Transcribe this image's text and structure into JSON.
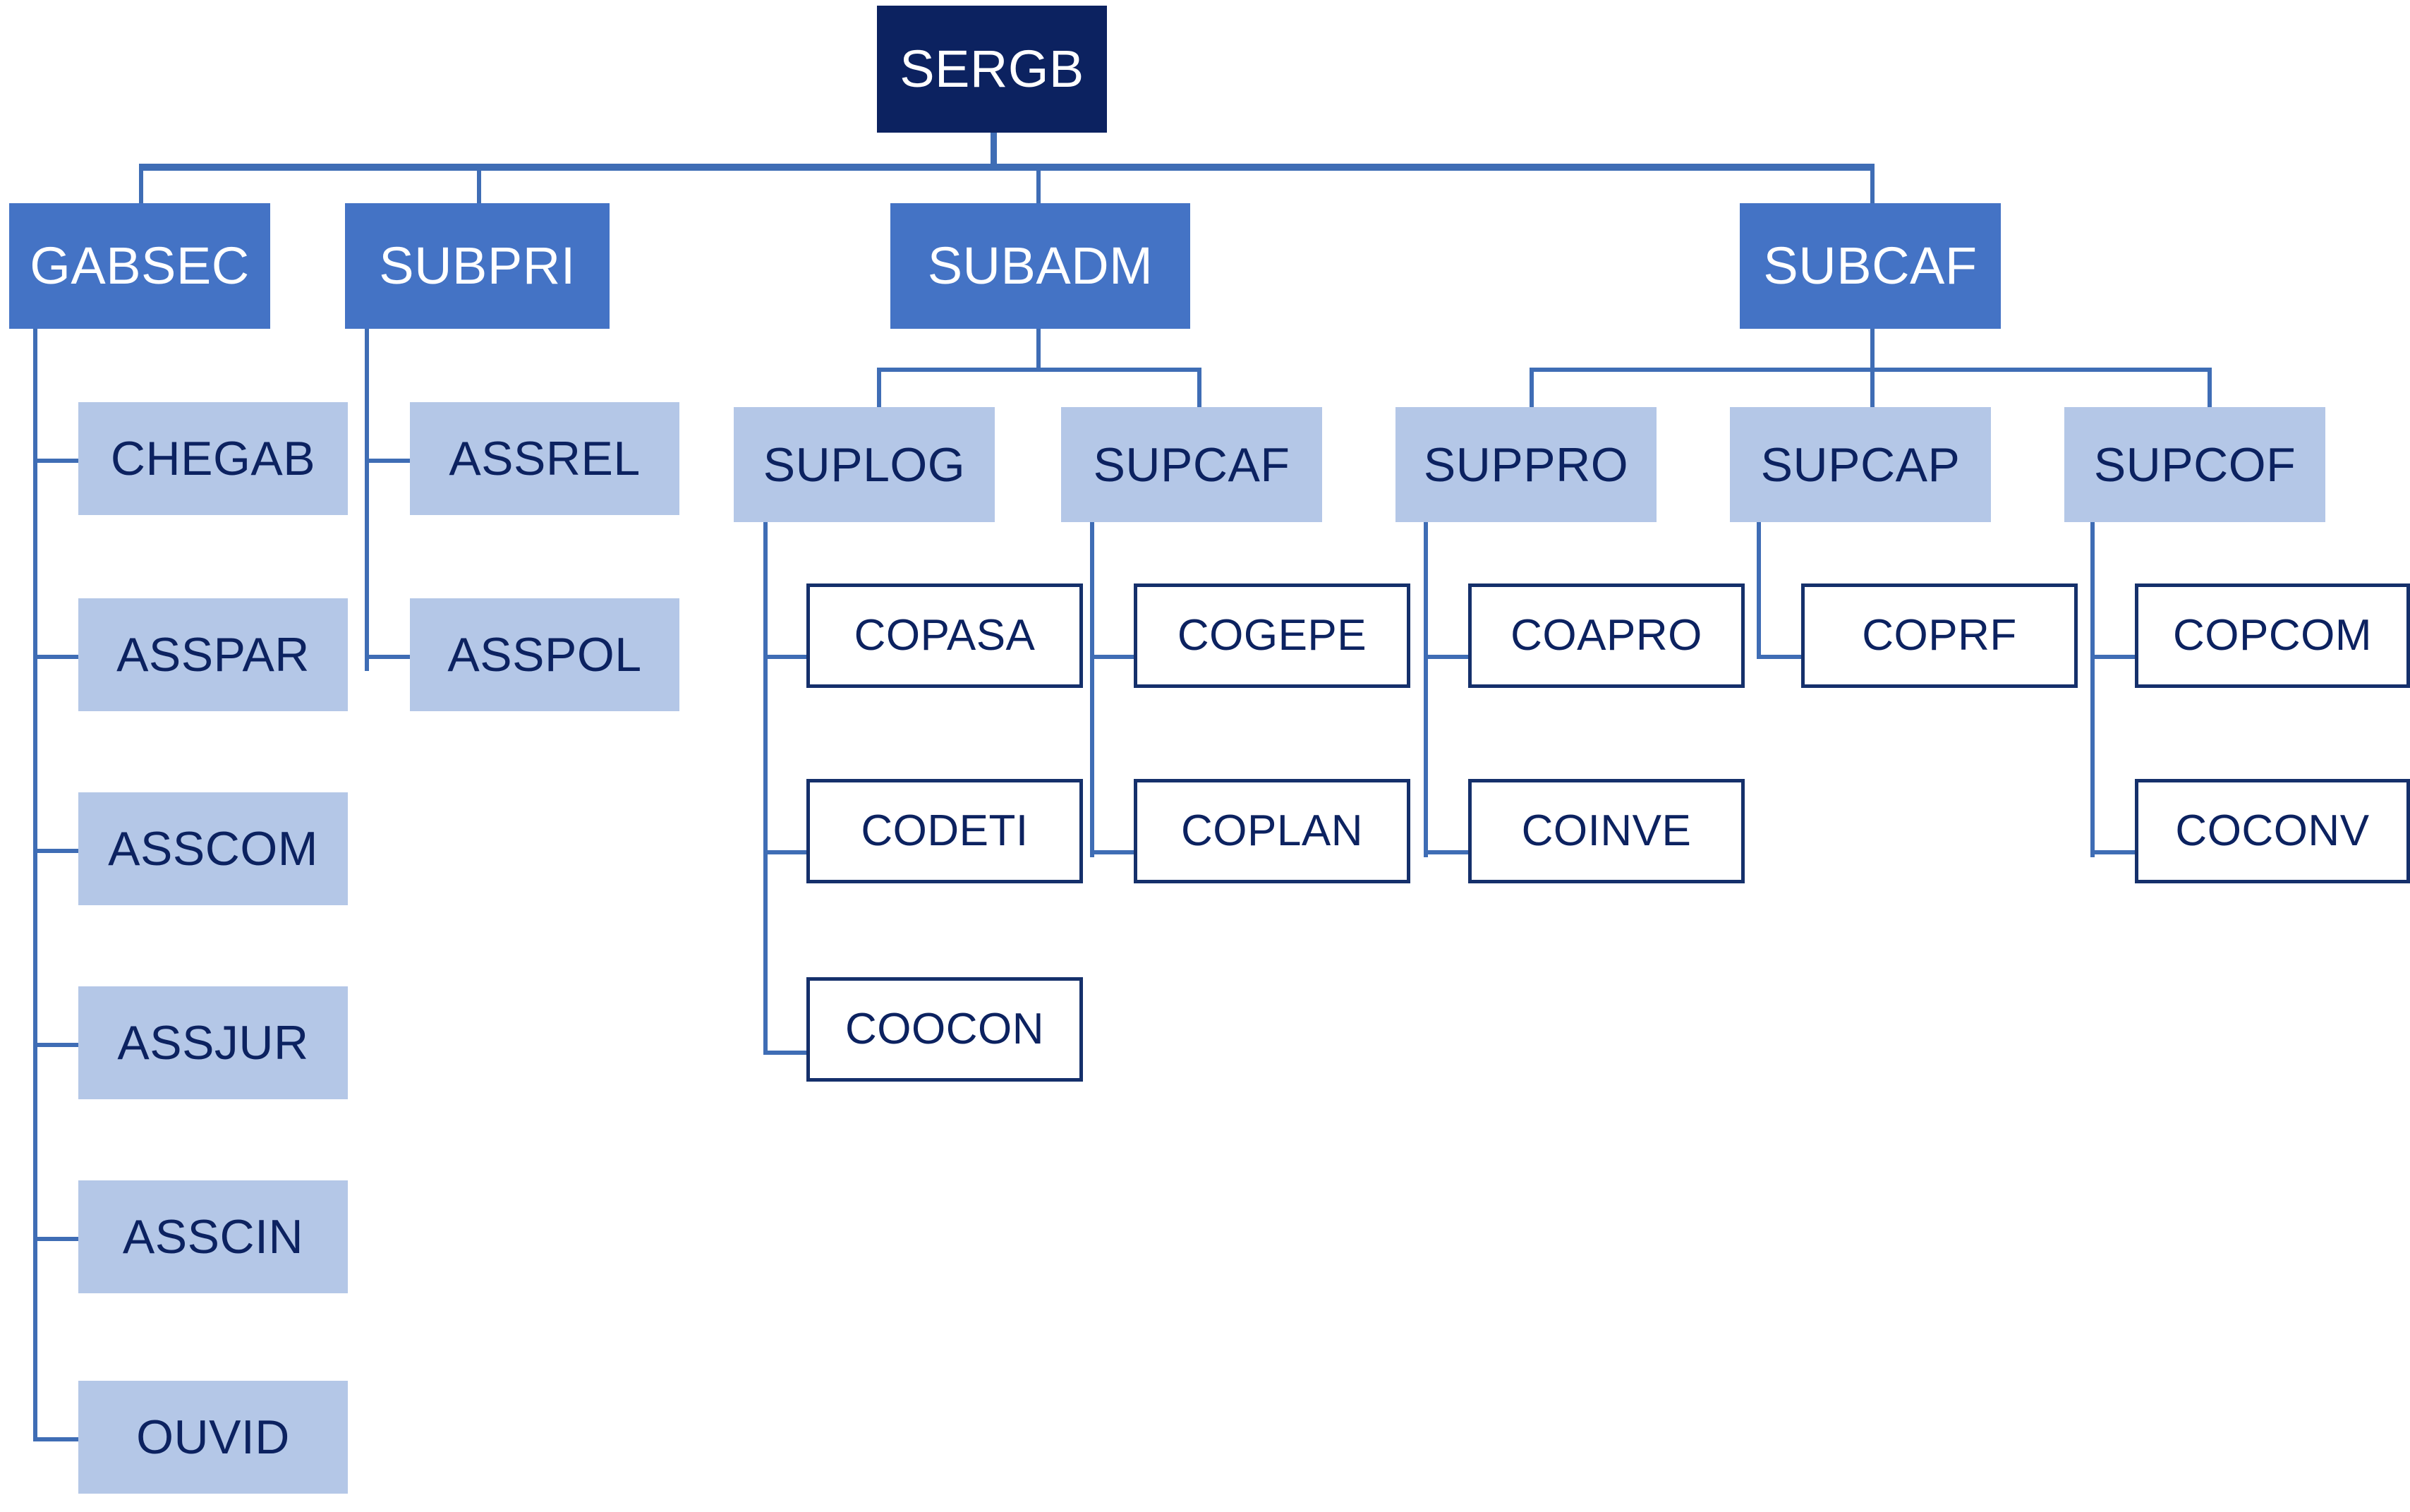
{
  "diagram": {
    "title_node": "SERGB",
    "type": "organizational-chart",
    "palette": {
      "root_fill": "#0C2260",
      "level1_fill": "#4473C5",
      "level2_fill": "#B4C7E7",
      "level3_fill": "#FFFFFF",
      "level3_border": "#15306B",
      "connector": "#3F6DB5",
      "text_light": "#FFFFFF",
      "text_dark": "#0C2260",
      "background": "#FFFFFF"
    },
    "nodes": {
      "root": {
        "label": "SERGB"
      },
      "level1": [
        {
          "label": "GABSEC"
        },
        {
          "label": "SUBPRI"
        },
        {
          "label": "SUBADM"
        },
        {
          "label": "SUBCAF"
        }
      ],
      "gabsec_children": [
        {
          "label": "CHEGAB"
        },
        {
          "label": "ASSPAR"
        },
        {
          "label": "ASSCOM"
        },
        {
          "label": "ASSJUR"
        },
        {
          "label": "ASSCIN"
        },
        {
          "label": "OUVID"
        }
      ],
      "subpri_children": [
        {
          "label": "ASSREL"
        },
        {
          "label": "ASSPOL"
        }
      ],
      "subadm_children": [
        {
          "label": "SUPLOG"
        },
        {
          "label": "SUPCAF"
        }
      ],
      "subcaf_children": [
        {
          "label": "SUPPRO"
        },
        {
          "label": "SUPCAP"
        },
        {
          "label": "SUPCOF"
        }
      ],
      "suplog_children": [
        {
          "label": "COPASA"
        },
        {
          "label": "CODETI"
        },
        {
          "label": "COOCON"
        }
      ],
      "supcaf_children": [
        {
          "label": "COGEPE"
        },
        {
          "label": "COPLAN"
        }
      ],
      "suppro_children": [
        {
          "label": "COAPRO"
        },
        {
          "label": "COINVE"
        }
      ],
      "supcap_children": [
        {
          "label": "COPRF"
        }
      ],
      "supcof_children": [
        {
          "label": "COPCOM"
        },
        {
          "label": "COCONV"
        }
      ]
    }
  }
}
